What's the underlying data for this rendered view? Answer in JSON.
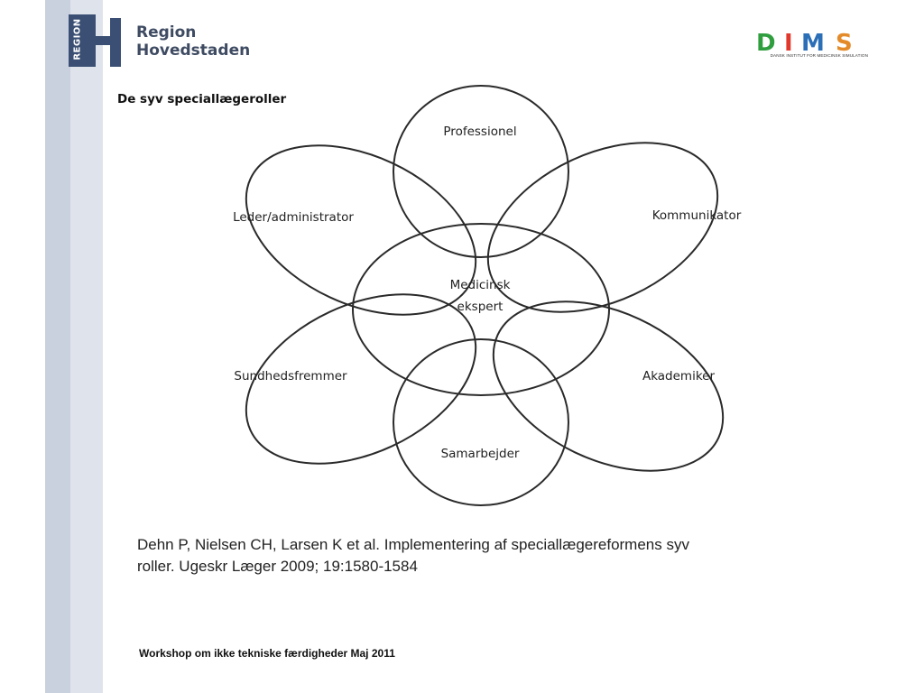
{
  "header": {
    "region_vertical_label": "REGION",
    "region_name_line1": "Region",
    "region_name_line2": "Hovedstaden",
    "dims_letters": [
      "D",
      "I",
      "M",
      "S"
    ],
    "dims_subtitle": "DANSK INSTITUT FOR MEDICINSK SIMULATION"
  },
  "colors": {
    "stripe_outer": "#c9d0de",
    "stripe_inner": "#dfe4ec",
    "region_blue": "#3a4f73",
    "dims_d": "#2f9e3f",
    "dims_i": "#e0392b",
    "dims_m": "#2b6fb7",
    "dims_s": "#e38b2a"
  },
  "slide_title": "De syv speciallægeroller",
  "diagram": {
    "center_line1": "Medicinsk",
    "center_line2": "ekspert",
    "roles": [
      "Professionel",
      "Kommunikator",
      "Akademiker",
      "Samarbejder",
      "Sundhedsfremmer",
      "Leder/administrator"
    ]
  },
  "citation_line1": "Dehn P, Nielsen CH, Larsen K et al. Implementering af speciallægereformens syv",
  "citation_line2": "roller. Ugeskr Læger 2009; 19:1580-1584",
  "footer": "Workshop om ikke tekniske færdigheder Maj 2011"
}
